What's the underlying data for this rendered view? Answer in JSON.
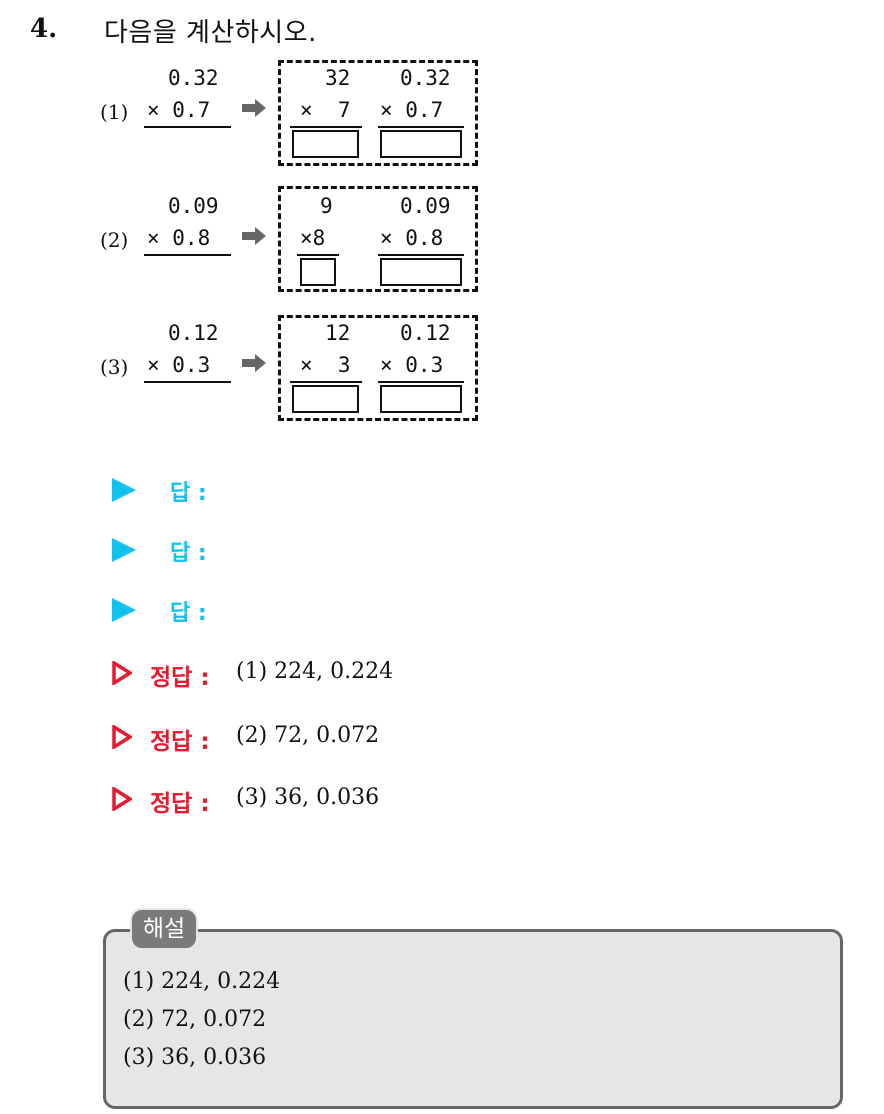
{
  "question": {
    "number": "4.",
    "prompt": "다음을 계산하시오."
  },
  "problems": [
    {
      "label": "(1)",
      "top": "0.32",
      "bottom": "× 0.7",
      "box": {
        "left_top": "32",
        "left_bottom": "×  7",
        "right_top": "0.32",
        "right_bottom": "× 0.7"
      }
    },
    {
      "label": "(2)",
      "top": "0.09",
      "bottom": "× 0.8",
      "box": {
        "left_top": "9",
        "left_bottom": "×8",
        "right_top": "0.09",
        "right_bottom": "× 0.8"
      }
    },
    {
      "label": "(3)",
      "top": "0.12",
      "bottom": "× 0.3",
      "box": {
        "left_top": "12",
        "left_bottom": "×  3",
        "right_top": "0.12",
        "right_bottom": "× 0.3"
      }
    }
  ],
  "answer_prompts": [
    {
      "label": "답 :"
    },
    {
      "label": "답 :"
    },
    {
      "label": "답 :"
    }
  ],
  "correct_answers": [
    {
      "label": "정답 :",
      "value": "(1) 224, 0.224"
    },
    {
      "label": "정답 :",
      "value": "(2) 72, 0.072"
    },
    {
      "label": "정답 :",
      "value": "(3) 36, 0.036"
    }
  ],
  "explanation": {
    "tab": "해설",
    "lines": [
      "(1) 224, 0.224",
      "(2) 72, 0.072",
      "(3) 36, 0.036"
    ]
  },
  "colors": {
    "answer_prompt": "#12c2ee",
    "correct_answer": "#e8192c",
    "explanation_bg": "#e6e6e6",
    "explanation_tab": "#7a7a7a"
  }
}
